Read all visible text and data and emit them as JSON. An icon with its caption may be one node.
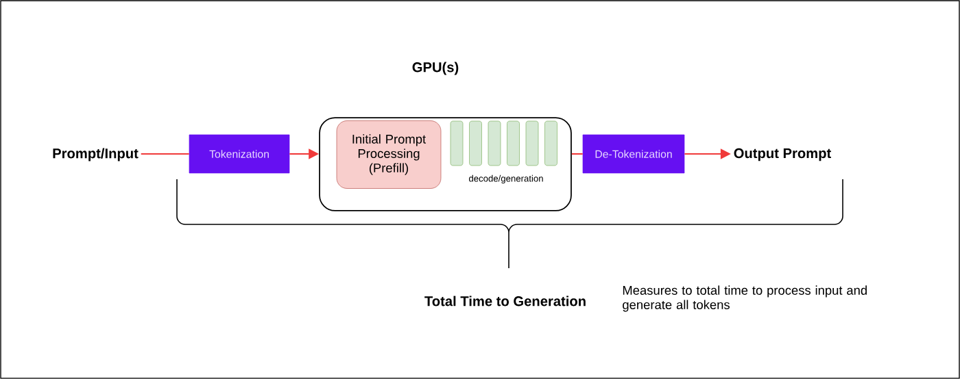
{
  "diagram": {
    "nodes": [
      {
        "text": [
          "Prompt/Input"
        ]
      },
      {
        "text": [
          "Tokenization"
        ]
      },
      {
        "text": [
          "GPU(s)"
        ]
      },
      {
        "text": [
          "Initial Prompt Processing (Prefill)"
        ],
        "in": 2
      },
      {
        "text": [],
        "shape": "bar",
        "in": 2
      },
      {
        "text": [],
        "shape": "bar",
        "in": 2
      },
      {
        "text": [],
        "shape": "bar",
        "in": 2
      },
      {
        "text": [],
        "shape": "bar",
        "in": 2
      },
      {
        "text": [],
        "shape": "bar",
        "in": 2
      },
      {
        "text": [],
        "shape": "bar",
        "in": 2
      },
      {
        "text": [
          "De-Tokenization"
        ]
      },
      {
        "text": [
          "Output Prompt"
        ]
      }
    ],
    "edges": [
      {
        "from": 0,
        "to": 1,
        "arrow": "none"
      },
      {
        "from": 1,
        "to": 2,
        "arrow": "to"
      },
      {
        "from": 2,
        "to": 10,
        "arrow": "none"
      },
      {
        "from": 10,
        "to": 11,
        "arrow": "to"
      }
    ],
    "labels": [
      "decode/generation",
      "Total Time to Generation",
      "Measures to total time to process input and generate all tokens"
    ]
  }
}
